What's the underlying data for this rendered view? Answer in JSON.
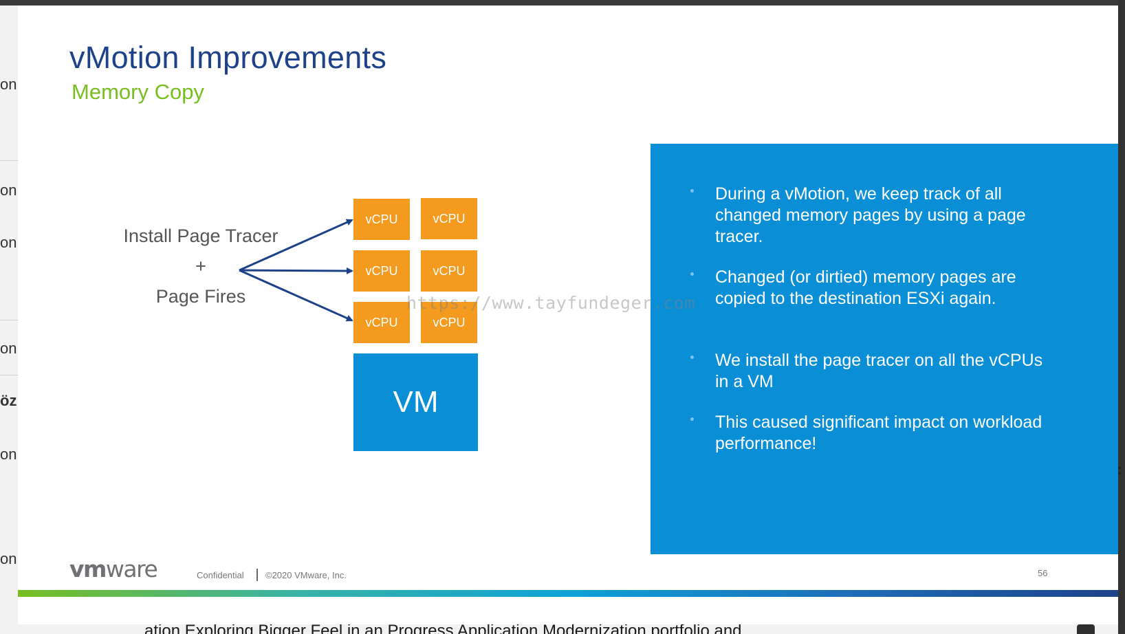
{
  "slide": {
    "title": "vMotion Improvements",
    "subtitle": "Memory Copy",
    "diagram": {
      "label_lines": [
        "Install Page Tracer",
        "+",
        "Page Fires"
      ],
      "vcpu_label": "vCPU",
      "vm_label": "VM"
    },
    "bullets": [
      "During a vMotion, we keep track of all changed memory pages by using a page tracer.",
      "Changed (or dirtied) memory pages are copied to the destination ESXi again.",
      "We install the page tracer on all the vCPUs in a VM",
      "This caused significant impact on workload performance!"
    ],
    "watermark": "https://www.tayfundeger.com",
    "footer": {
      "logo_vm": "vm",
      "logo_ware": "ware",
      "confidential": "Confidential",
      "copyright": "©2020 VMware, Inc.",
      "page_number": "56"
    },
    "colors": {
      "title": "#1d428a",
      "subtitle": "#78be20",
      "vcpu": "#f49a1f",
      "vm_box": "#0a8fd7",
      "panel": "#0a8fd7",
      "arrow": "#1d428a"
    }
  },
  "background": {
    "left_fragments": [
      "on",
      "on",
      "on",
      "on",
      "öz",
      "on",
      "on"
    ],
    "bottom_text": "ation    Exploring Bigger Feel in an Progress  Application Modernization portfolio   and"
  }
}
